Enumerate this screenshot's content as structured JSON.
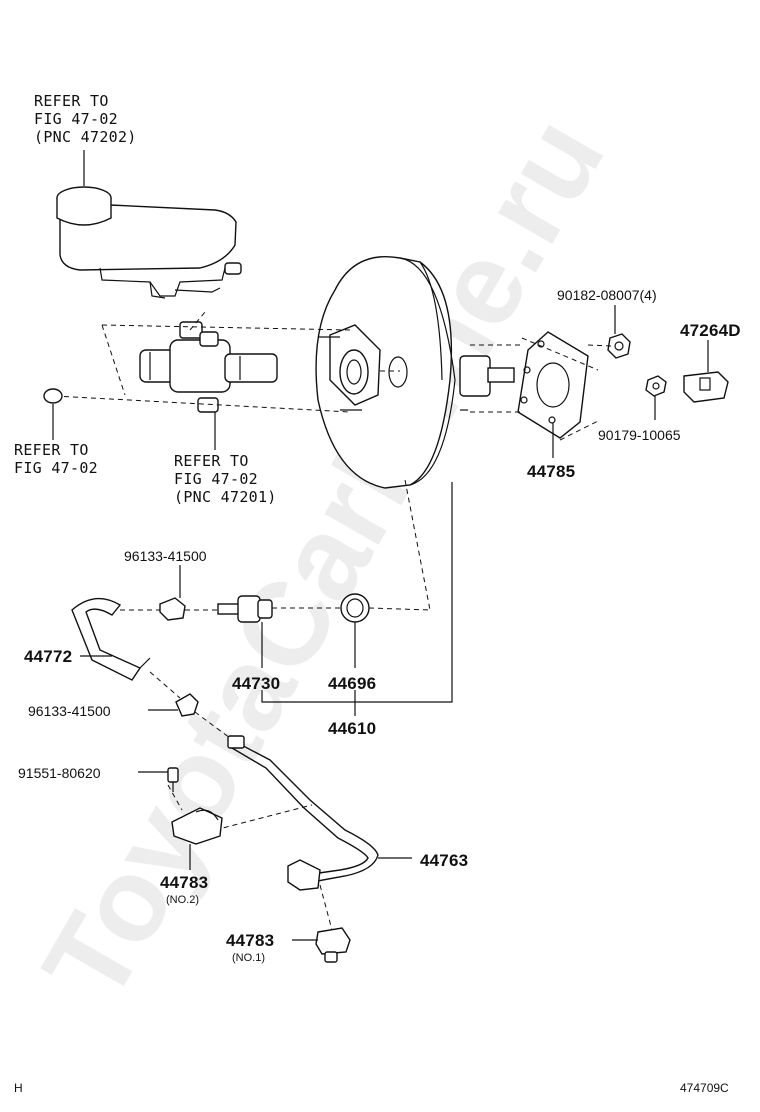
{
  "watermark": "ToyotaCarMine.ru",
  "refer_reservoir": [
    "REFER TO",
    "FIG 47-02",
    "(PNC 47202)"
  ],
  "refer_left": [
    "REFER TO",
    "FIG 47-02"
  ],
  "refer_cylinder": [
    "REFER TO",
    "FIG 47-02",
    "(PNC 47201)"
  ],
  "parts": {
    "p90182": "90182-08007(4)",
    "p47264D": "47264D",
    "p90179": "90179-10065",
    "p44785": "44785",
    "p96133_top": "96133-41500",
    "p44772": "44772",
    "p44730": "44730",
    "p44696": "44696",
    "p44610": "44610",
    "p96133_mid": "96133-41500",
    "p91551": "91551-80620",
    "p44763": "44763",
    "p44783_no2": "44783",
    "p44783_no2_sub": "(NO.2)",
    "p44783_no1": "44783",
    "p44783_no1_sub": "(NO.1)"
  },
  "footer": {
    "left": "H",
    "right": "474709C"
  }
}
